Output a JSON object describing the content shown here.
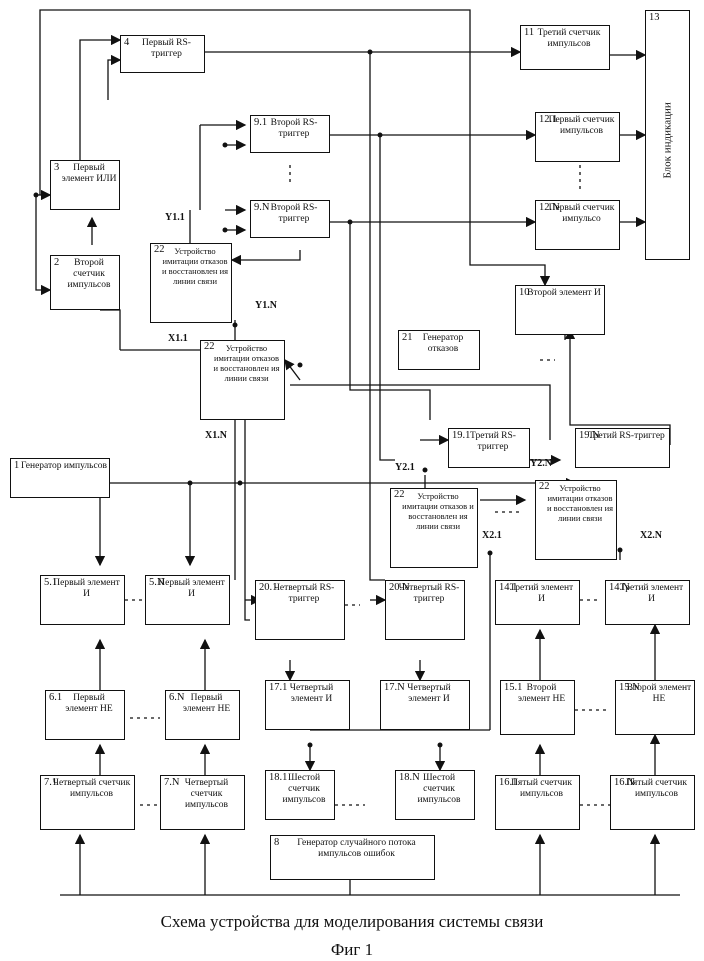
{
  "blocks": {
    "b1": {
      "num": "1",
      "label": "Генератор импульсов"
    },
    "b2": {
      "num": "2",
      "label": "Второй счетчик импульсов"
    },
    "b3": {
      "num": "3",
      "label": "Первый элемент ИЛИ"
    },
    "b4": {
      "num": "4",
      "label": "Первый RS-триггер"
    },
    "b5_1": {
      "num": "5.1",
      "label": "Первый элемент И"
    },
    "b5_N": {
      "num": "5.N",
      "label": "Первый элемент И"
    },
    "b6_1": {
      "num": "6.1",
      "label": "Первый элемент НЕ"
    },
    "b6_N": {
      "num": "6.N",
      "label": "Первый элемент НЕ"
    },
    "b7_1": {
      "num": "7.1",
      "label": "Четвертый счетчик импульсов"
    },
    "b7_N": {
      "num": "7.N",
      "label": "Четвертый счетчик импульсов"
    },
    "b8": {
      "num": "8",
      "label": "Генератор случайного потока импульсов ошибок"
    },
    "b9_1": {
      "num": "9.1",
      "label": "Второй RS-триггер"
    },
    "b9_N": {
      "num": "9.N",
      "label": "Второй RS-триггер"
    },
    "b10": {
      "num": "10",
      "label": "Второй элемент И"
    },
    "b11": {
      "num": "11",
      "label": "Третий счетчик импульсов"
    },
    "b12_1": {
      "num": "12.1",
      "label": "Первый счетчик импульсов"
    },
    "b12_N": {
      "num": "12.N",
      "label": "Первый счетчик импульсо"
    },
    "b13": {
      "num": "13",
      "label": "Блок индикации"
    },
    "b14_1": {
      "num": "14.1",
      "label": "Третий элемент И"
    },
    "b14_N": {
      "num": "14.N",
      "label": "Третий элемент И"
    },
    "b15_1": {
      "num": "15.1",
      "label": "Второй элемент НЕ"
    },
    "b15_N": {
      "num": "15.N",
      "label": "Второй элемент НЕ"
    },
    "b16_1": {
      "num": "16.1",
      "label": "Пятый счетчик импульсов"
    },
    "b16_N": {
      "num": "16.N",
      "label": "Пятый счетчик импульсов"
    },
    "b17_1": {
      "num": "17.1",
      "label": "Четвертый элемент И"
    },
    "b17_N": {
      "num": "17.N",
      "label": "Четвертый элемент И"
    },
    "b18_1": {
      "num": "18.1",
      "label": "Шестой счетчик импульсов"
    },
    "b18_N": {
      "num": "18.N",
      "label": "Шестой счетчик импульсов"
    },
    "b19_1": {
      "num": "19.1",
      "label": "Третий RS-триггер"
    },
    "b19_N": {
      "num": "19.N",
      "label": "Третий RS-триггер"
    },
    "b20_1": {
      "num": "20.1",
      "label": "Четвертый RS-триггер"
    },
    "b20_N": {
      "num": "20.N",
      "label": "Четвертый RS-триггер"
    },
    "b21": {
      "num": "21",
      "label": "Генератор отказов"
    },
    "b22_a": {
      "num": "22",
      "label": "Устройство имитации отказов и восстановлен ия линии связи"
    },
    "b22_b": {
      "num": "22",
      "label": "Устройство имитации отказов и восстановлен ия линии связи"
    },
    "b22_c": {
      "num": "22",
      "label": "Устройство имитации отказов и восстановлен ия линии связи"
    },
    "b22_d": {
      "num": "22",
      "label": "Устройство имитации отказов и восстановлен ия линии связи"
    }
  },
  "signals": {
    "y11": "Y1.1",
    "y1n": "Y1.N",
    "x11": "X1.1",
    "x1n": "X1.N",
    "y21": "Y2.1",
    "y2n": "Y2.N",
    "x21": "X2.1",
    "x2n": "X2.N"
  },
  "caption": {
    "title": "Схема устройства для моделирования системы связи",
    "figure": "Фиг 1"
  }
}
